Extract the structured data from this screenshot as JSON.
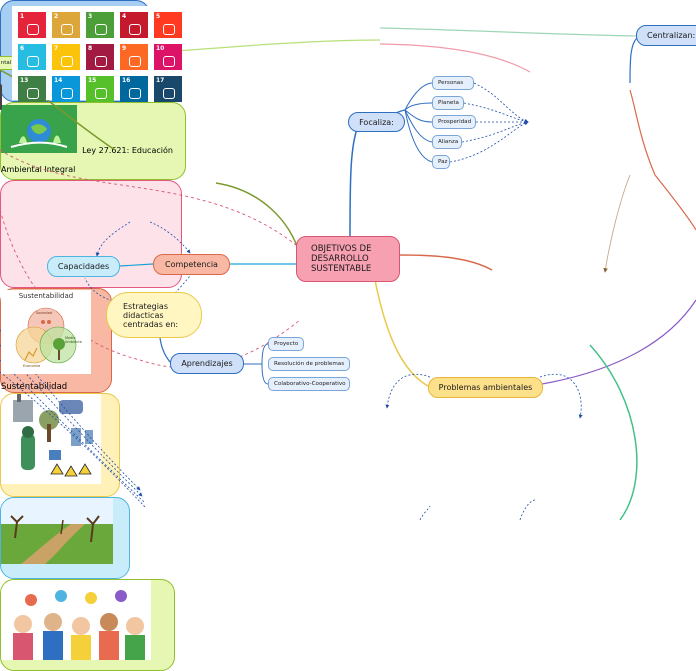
{
  "colors": {
    "center_fill": "#f7a0b2",
    "center_border": "#d8566f",
    "ods_fill": "#fde2ea",
    "ods_border": "#e4577f",
    "ley_fill": "#e6f7b3",
    "ley_border": "#8fbf2a",
    "orange_fill": "#f8b8a3",
    "orange_border": "#d9694a",
    "blue_fill": "#c9ecfa",
    "blue_border": "#4fb4e0",
    "yellow_fill": "#fff6c2",
    "yellow_border": "#e9c84a",
    "darkblue_fill": "#cfe0f8",
    "darkblue_border": "#2f6fc2"
  },
  "center": {
    "label": "OBJETIVOS DE DESARROLLO SUSTENTABLE"
  },
  "top_left_fragment": {
    "label": "ntal"
  },
  "focaliza": {
    "label": "Focaliza:",
    "items": [
      "Personas",
      "Planeta",
      "Prosperidad",
      "Alianza",
      "Paz"
    ]
  },
  "centralizan": {
    "label": "Centralizan:"
  },
  "ley": {
    "label": "Ley 27.621: Educación Ambiental Integral",
    "icon": "globe-with-trees-icon"
  },
  "competencia": {
    "label": "Competencia"
  },
  "capacidades": {
    "label": "Capacidades"
  },
  "estrategias": {
    "label": "Estrategias didacticas centradas en:"
  },
  "aprendizajes": {
    "label": "Aprendizajes",
    "items": [
      "Proyecto",
      "Resolución de problemas",
      "Colaborativo-Cooperativo"
    ]
  },
  "sustentabilidad": {
    "label": "Sustentabilidad",
    "diagram_title": "Sustentabilidad",
    "circles": [
      "Sociedad",
      "Economía",
      "Medio Ambiente"
    ]
  },
  "problemas": {
    "label": "Problemas ambientales"
  },
  "ods_tiles": [
    {
      "n": "1",
      "c": "#e5243b"
    },
    {
      "n": "2",
      "c": "#dda63a"
    },
    {
      "n": "3",
      "c": "#4c9f38"
    },
    {
      "n": "4",
      "c": "#c5192d"
    },
    {
      "n": "5",
      "c": "#ff3a21"
    },
    {
      "n": "6",
      "c": "#26bde2"
    },
    {
      "n": "7",
      "c": "#fcc30b"
    },
    {
      "n": "8",
      "c": "#a21942"
    },
    {
      "n": "9",
      "c": "#fd6925"
    },
    {
      "n": "10",
      "c": "#dd1367"
    },
    {
      "n": "13",
      "c": "#3f7e44"
    },
    {
      "n": "14",
      "c": "#0a97d9"
    },
    {
      "n": "15",
      "c": "#56c02b"
    },
    {
      "n": "16",
      "c": "#00689d"
    },
    {
      "n": "17",
      "c": "#19486a"
    }
  ]
}
